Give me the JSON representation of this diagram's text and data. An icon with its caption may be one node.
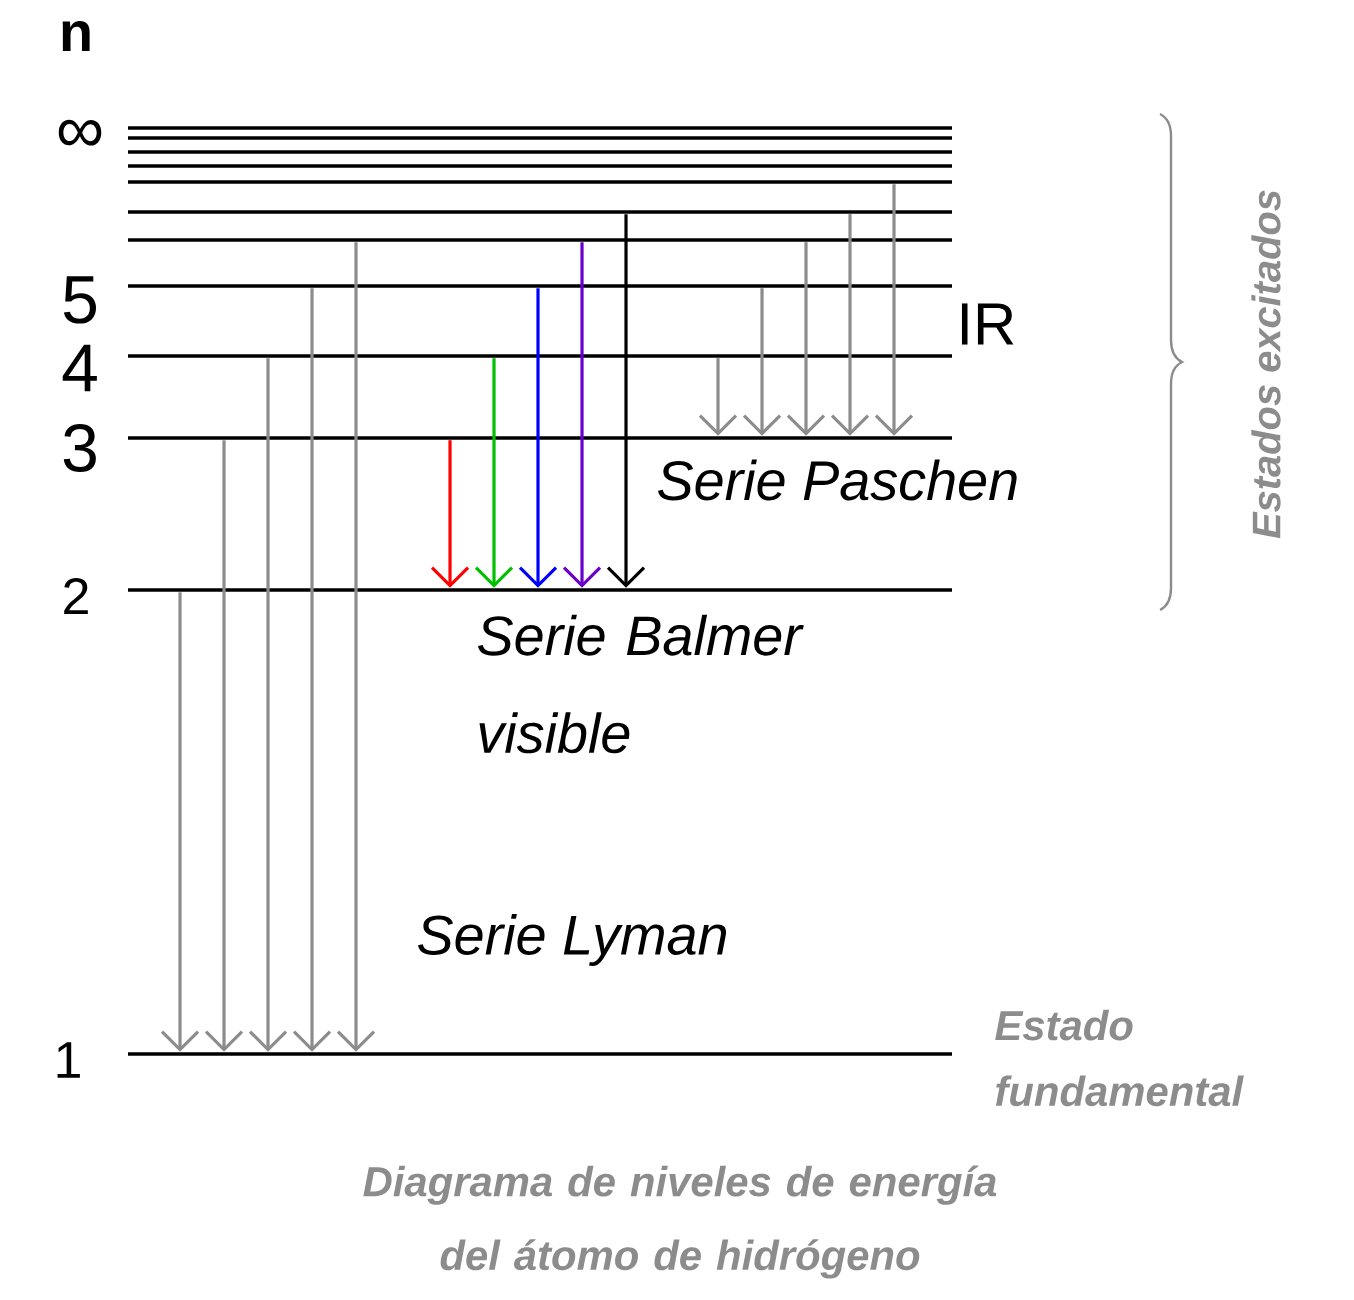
{
  "diagram": {
    "caption": "Diagrama de niveles de energía del átomo de hidrógeno",
    "nodes": [
      {
        "text": [],
        "shape": "bar",
        "beside": [
          "∞"
        ]
      },
      {
        "text": [],
        "shape": "bar"
      },
      {
        "text": [],
        "shape": "bar"
      },
      {
        "text": [],
        "shape": "bar"
      },
      {
        "text": [],
        "shape": "bar"
      },
      {
        "text": [],
        "shape": "bar"
      },
      {
        "text": [],
        "shape": "bar"
      },
      {
        "text": [],
        "shape": "bar",
        "beside": [
          "5"
        ]
      },
      {
        "text": [],
        "shape": "bar",
        "beside": [
          "4"
        ]
      },
      {
        "text": [],
        "shape": "bar",
        "beside": [
          "3"
        ]
      },
      {
        "text": [],
        "shape": "bar",
        "beside": [
          "2"
        ]
      },
      {
        "text": [],
        "shape": "bar",
        "beside": [
          "1",
          "Estado fundamental"
        ]
      }
    ],
    "edges": [
      {
        "from": 10,
        "to": 11,
        "arrow": "to"
      },
      {
        "from": 9,
        "to": 11,
        "arrow": "to"
      },
      {
        "from": 8,
        "to": 11,
        "arrow": "to"
      },
      {
        "from": 7,
        "to": 11,
        "arrow": "to"
      },
      {
        "from": 6,
        "to": 11,
        "arrow": "to"
      },
      {
        "from": 9,
        "to": 10,
        "arrow": "to",
        "color": "#ff0000"
      },
      {
        "from": 8,
        "to": 10,
        "arrow": "to",
        "color": "#00c000"
      },
      {
        "from": 7,
        "to": 10,
        "arrow": "to",
        "color": "#0000ff"
      },
      {
        "from": 6,
        "to": 10,
        "arrow": "to",
        "color": "#6a00cc"
      },
      {
        "from": 5,
        "to": 10,
        "arrow": "to",
        "color": "#000000"
      },
      {
        "from": 8,
        "to": 9,
        "arrow": "to"
      },
      {
        "from": 7,
        "to": 9,
        "arrow": "to"
      },
      {
        "from": 6,
        "to": 9,
        "arrow": "to"
      },
      {
        "from": 5,
        "to": 9,
        "arrow": "to"
      },
      {
        "from": 4,
        "to": 9,
        "arrow": "to"
      }
    ],
    "labels": [
      "n",
      "IR",
      "Serie Paschen",
      "Serie Balmer visible",
      "Serie Lyman",
      "Estados excitados"
    ]
  }
}
